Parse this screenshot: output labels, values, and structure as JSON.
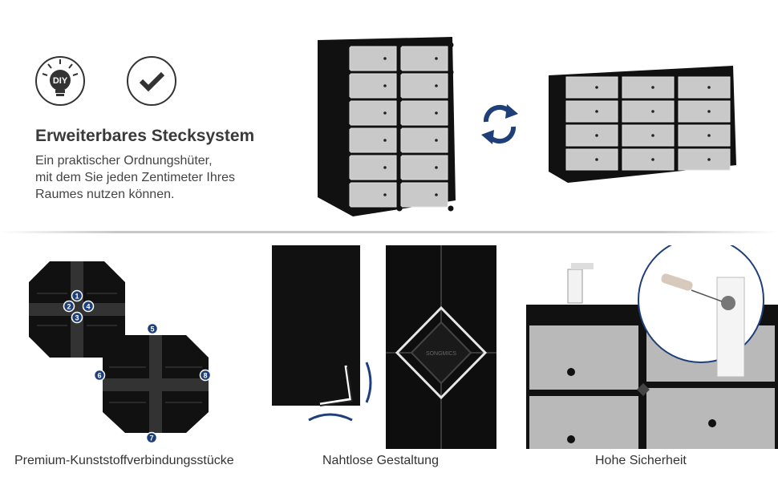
{
  "icons": {
    "diy_label": "DIY",
    "diy_icon": "lightbulb-diy-icon",
    "check_icon": "checkmark-icon"
  },
  "feature": {
    "title": "Erweiterbares Stecksystem",
    "description_lines": [
      "Ein praktischer Ordnungshüter,",
      "mit dem Sie jeden Zentimeter Ihres",
      "Raumes nutzen können."
    ]
  },
  "swap_icon": "rotate-arrows-icon",
  "connector": {
    "numbers": [
      "1",
      "2",
      "3",
      "4",
      "5",
      "6",
      "7",
      "8"
    ],
    "accent": "#1f3f7a"
  },
  "seam": {
    "logo_text": "SONGMICS"
  },
  "captions": {
    "connectors": "Premium-Kunststoffverbindungsstücke",
    "seamless": "Nahtlose Gestaltung",
    "safety": "Hohe Sicherheit"
  },
  "colors": {
    "cabinet_black": "#111111",
    "door_gray": "#c9c9c9",
    "accent_blue": "#1f3f7a"
  }
}
